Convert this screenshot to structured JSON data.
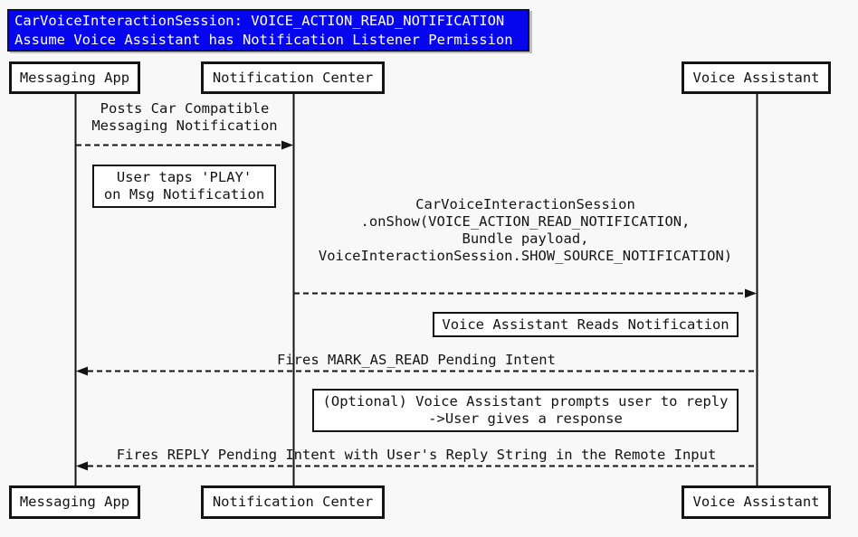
{
  "title": {
    "line1": "CarVoiceInteractionSession: VOICE_ACTION_READ_NOTIFICATION",
    "line2": "Assume Voice Assistant has Notification Listener Permission"
  },
  "participants": {
    "messaging_app": "Messaging App",
    "notification_center": "Notification Center",
    "voice_assistant": "Voice Assistant"
  },
  "messages": {
    "posts_notification": "Posts Car Compatible\nMessaging Notification",
    "on_show": "CarVoiceInteractionSession\n.onShow(VOICE_ACTION_READ_NOTIFICATION,\nBundle payload,\nVoiceInteractionSession.SHOW_SOURCE_NOTIFICATION)",
    "mark_as_read": "Fires MARK_AS_READ Pending Intent",
    "reply": "Fires REPLY Pending Intent with User's Reply String in the Remote Input"
  },
  "notes": {
    "user_taps_play": "User taps 'PLAY'\non Msg Notification",
    "reads_notification": "Voice Assistant Reads Notification",
    "optional_prompt": "(Optional) Voice Assistant prompts user to reply\n->User gives a response"
  },
  "colors": {
    "background": "#f8f8f8",
    "title_bg": "#0606ee",
    "title_text": "#ffffff",
    "box_bg": "#fefefe",
    "box_border": "#141414",
    "line": "#141414",
    "text": "#141414"
  }
}
